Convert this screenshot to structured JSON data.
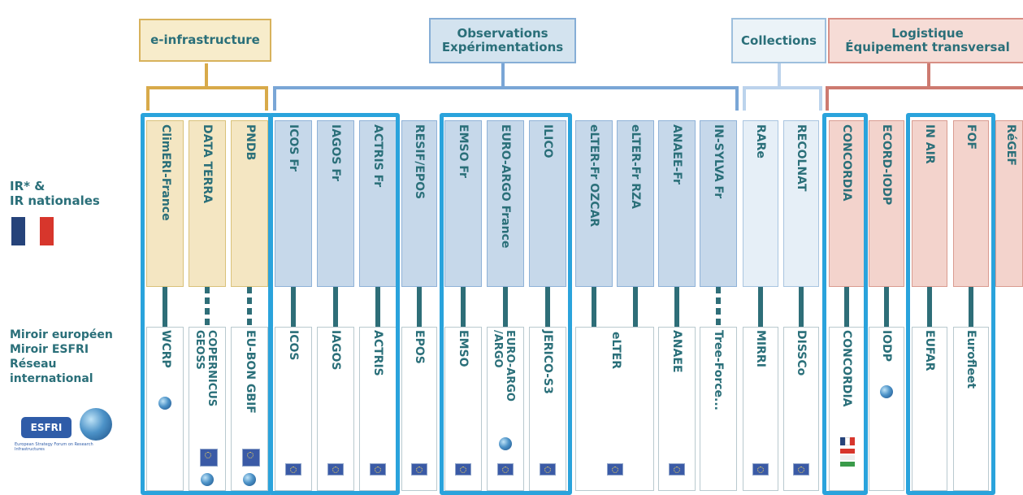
{
  "categories": {
    "e_infra": "e-infrastructure",
    "observations_line1": "Observations",
    "observations_line2": "Expérimentations",
    "collections": "Collections",
    "logistique_line1": "Logistique",
    "logistique_line2": "Équipement transversal"
  },
  "left": {
    "ir_line1": "IR* &",
    "ir_line2": "IR nationales",
    "miroir_line1": "Miroir européen",
    "miroir_line2": "Miroir ESFRI",
    "miroir_line3": "Réseau",
    "miroir_line4": "international",
    "esfri_logo": "ESFRI",
    "esfri_caption": "European Strategy Forum on Research Infrastructures"
  },
  "national": [
    "ClimERI-France",
    "DATA TERRA",
    "PNDB",
    "ICOS Fr",
    "IAGOS Fr",
    "ACTRIS Fr",
    "RESIF/EPOS",
    "EMSO Fr",
    "EURO-ARGO France",
    "ILICO",
    "eLTER-Fr OZCAR",
    "eLTER-Fr RZA",
    "ANAEE-Fr",
    "IN-SYLVA Fr",
    "RARe",
    "RECOLNAT",
    "CONCORDIA",
    "ECORD-IODP",
    "IN AIR",
    "FOF",
    "RéGEF"
  ],
  "mirror": {
    "wcrp": "WCRP",
    "copernicus_line1": "COPERNICUS",
    "copernicus_line2": "GEOSS",
    "eubon": "EU-BON GBIF",
    "icos": "ICOS",
    "iagos": "IAGOS",
    "actris": "ACTRIS",
    "epos": "EPOS",
    "emso": "EMSO",
    "euroargo_line1": "EURO-ARGO",
    "euroargo_line2": "/ARGO",
    "jerico": "JERICO-S3",
    "elter": "eLTER",
    "anaee": "ANAEE",
    "treeforce": "Tree-Force...",
    "mirri": "MIRRI",
    "dissco": "DISSCo",
    "concordia": "CONCORDIA",
    "iodp": "IODP",
    "eufar": "EUFAR",
    "eurofleet": "Eurofleet"
  },
  "colors": {
    "e_infra": "#f7eccb",
    "observations": "#d3e3ef",
    "collections": "#ebf3f8",
    "logistique": "#f6dcd6",
    "highlight": "#2aa3dc",
    "text": "#2a6f79"
  }
}
